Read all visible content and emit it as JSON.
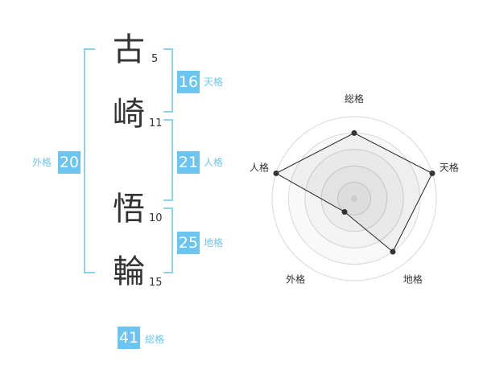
{
  "name": {
    "chars": [
      {
        "kanji": "古",
        "strokes": "5"
      },
      {
        "kanji": "崎",
        "strokes": "11"
      },
      {
        "kanji": "悟",
        "strokes": "10"
      },
      {
        "kanji": "輪",
        "strokes": "15"
      }
    ]
  },
  "fortunes": {
    "tenkaku": {
      "value": "16",
      "label": "天格"
    },
    "jinkaku": {
      "value": "21",
      "label": "人格"
    },
    "chikaku": {
      "value": "25",
      "label": "地格"
    },
    "gaikaku": {
      "value": "20",
      "label": "外格"
    },
    "soukaku": {
      "value": "41",
      "label": "総格"
    }
  },
  "colors": {
    "accent": "#6cc5f0",
    "bracket": "#8fd0f2",
    "text": "#333333"
  },
  "chart_data": {
    "type": "radar",
    "axes": [
      "総格",
      "天格",
      "地格",
      "外格",
      "人格"
    ],
    "values": [
      4,
      5,
      4,
      1,
      5
    ],
    "max": 5,
    "grid_levels": 5,
    "grid": true
  }
}
